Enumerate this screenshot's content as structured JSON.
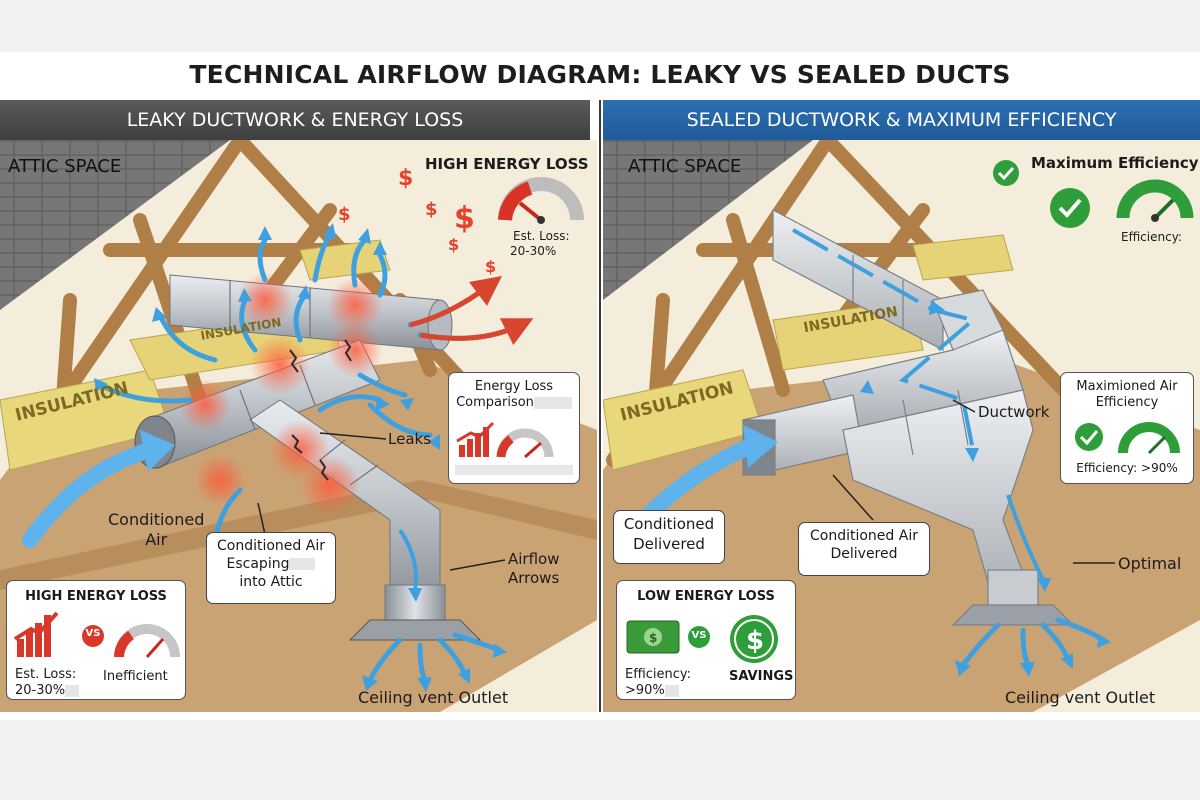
{
  "title": "TECHNICAL AIRFLOW DIAGRAM: LEAKY VS SEALED DUCTS",
  "left": {
    "banner": "LEAKY DUCTWORK & ENERGY LOSS",
    "attic": "ATTIC SPACE",
    "high_energy_loss": "HIGH ENERGY LOSS",
    "est_loss_top_1": "Est. Loss:",
    "est_loss_top_2": "20-30%",
    "insulation_1": "INSULATION",
    "insulation_2": "INSULATION",
    "comparison_1": "Energy Loss",
    "comparison_2": "Comparison",
    "leaks": "Leaks",
    "conditioned_air_1": "Conditioned",
    "conditioned_air_2": "Air",
    "escaping_1": "Conditioned Air",
    "escaping_2": "Escaping",
    "escaping_3": "into Attic",
    "airflow_1": "Airflow",
    "airflow_2": "Arrows",
    "vent": "Ceiling vent Outlet",
    "card_title": "HIGH ENERGY LOSS",
    "card_vs": "VS",
    "card_est_1": "Est. Loss:",
    "card_est_2": "20-30%",
    "card_inefficient": "Inefficient",
    "icons": [
      "dollar-icon",
      "gauge-icon",
      "crack-icon",
      "trend-up-icon",
      "vs-icon"
    ]
  },
  "right": {
    "banner": "SEALED DUCTWORK & MAXIMUM EFFICIENCY",
    "attic": "ATTIC SPACE",
    "max_eff": "Maximum Efficiency",
    "efficiency_label": "Efficiency:",
    "insulation_1": "INSULATION",
    "insulation_2": "INSULATION",
    "ductwork": "Ductwork",
    "maximioned_1": "Maximioned Air",
    "maximioned_2": "Efficiency",
    "eff90": "Efficiency: >90%",
    "cond_delivered_1": "Conditioned",
    "cond_delivered_2": "Delivered",
    "cond_air_delivered_1": "Conditioned Air",
    "cond_air_delivered_2": "Delivered",
    "optimal": "Optimal",
    "vent": "Ceiling vent Outlet",
    "card_title": "LOW ENERGY LOSS",
    "card_vs": "VS",
    "card_eff_1": "Efficiency:",
    "card_eff_2": ">90%",
    "card_savings": "SAVINGS",
    "icons": [
      "check-icon",
      "gauge-icon",
      "money-icon",
      "vs-icon"
    ]
  },
  "colors": {
    "leak_red": "#e8412c",
    "airflow_blue": "#3fa0e0",
    "efficiency_green": "#2f9e3a",
    "insulation_yellow": "#e9d77c",
    "wood": "#c9975e"
  }
}
